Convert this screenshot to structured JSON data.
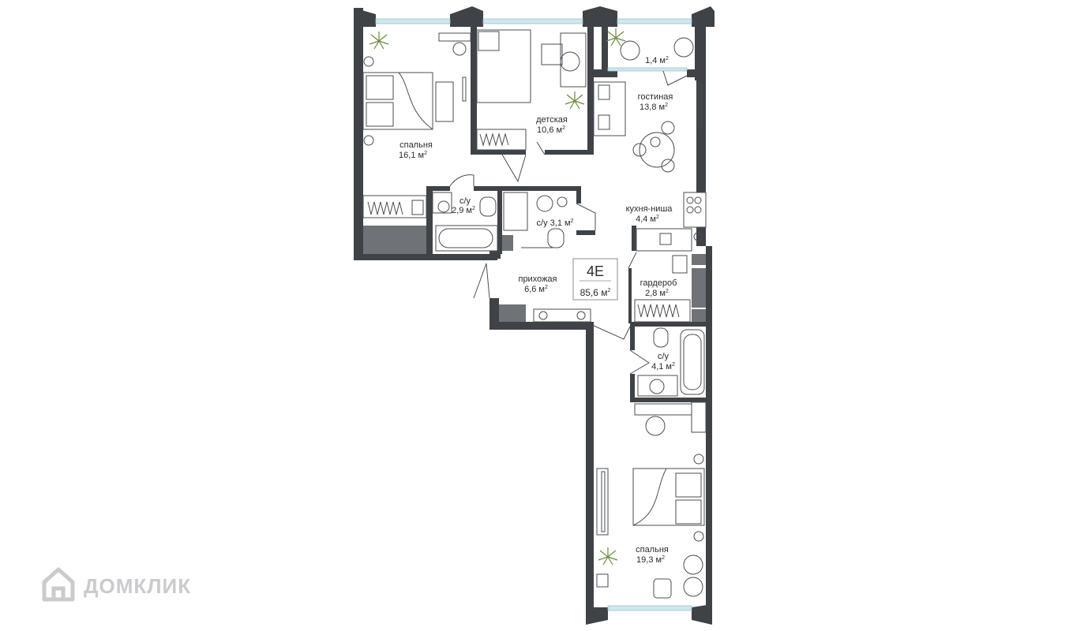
{
  "plan": {
    "code": "4Е",
    "total_area": "85,6 м",
    "area_unit_sup": "2"
  },
  "rooms": [
    {
      "id": "bedroom1",
      "name": "спальня",
      "area": "16,1 м"
    },
    {
      "id": "kids",
      "name": "детская",
      "area": "10,6 м"
    },
    {
      "id": "balcony",
      "name": "",
      "area": "1,4 м"
    },
    {
      "id": "living",
      "name": "гостиная",
      "area": "13,8 м"
    },
    {
      "id": "bath1",
      "name": "с/у",
      "area": "2,9 м"
    },
    {
      "id": "bath2",
      "name": "с/у 3,1 м",
      "area": ""
    },
    {
      "id": "kitchen",
      "name": "кухня-ниша",
      "area": "4,4 м"
    },
    {
      "id": "hall",
      "name": "прихожая",
      "area": "6,6 м"
    },
    {
      "id": "wardrobe",
      "name": "гардероб",
      "area": "2,8 м"
    },
    {
      "id": "bath3",
      "name": "с/у",
      "area": "4,1 м"
    },
    {
      "id": "bedroom2",
      "name": "спальня",
      "area": "19,3 м"
    }
  ],
  "watermark": {
    "brand": "ДОМКЛИК",
    "icon": "house-logo-icon"
  },
  "colors": {
    "wall": "#3f4246",
    "glass": "#cfe7ef",
    "storage": "#6f7277"
  }
}
